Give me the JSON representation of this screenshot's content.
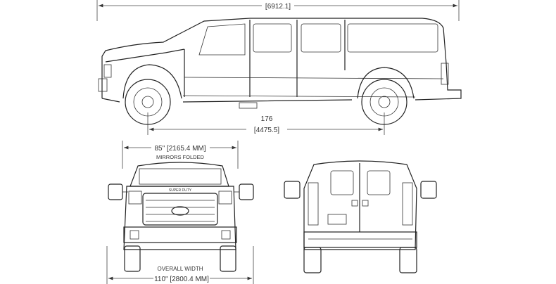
{
  "side_view": {
    "overall_length": "[6912.1]",
    "wheelbase_in": "176",
    "wheelbase_mm": "[4475.5]"
  },
  "front_view": {
    "mirrors_width": "85\" [2165.4 MM]",
    "mirrors_note": "MIRRORS FOLDED",
    "overall_width_label": "OVERALL WIDTH",
    "overall_width": "110\" [2800.4 MM]",
    "grille_text": "SUPER DUTY"
  }
}
